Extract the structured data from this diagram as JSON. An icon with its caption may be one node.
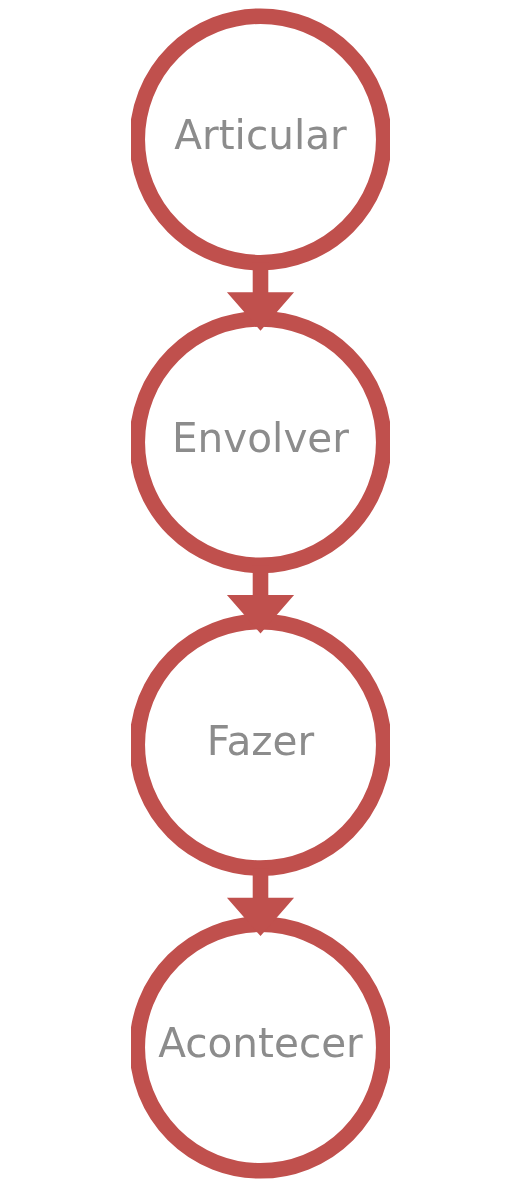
{
  "diagram": {
    "nodes": [
      {
        "text": [
          "Articular"
        ]
      },
      {
        "text": [
          "Envolver"
        ]
      },
      {
        "text": [
          "Fazer"
        ]
      },
      {
        "text": [
          "Acontecer"
        ]
      }
    ],
    "edges": [
      {
        "from": 0,
        "to": 1,
        "arrow": "to"
      },
      {
        "from": 1,
        "to": 2,
        "arrow": "to"
      },
      {
        "from": 2,
        "to": 3,
        "arrow": "to"
      }
    ]
  }
}
